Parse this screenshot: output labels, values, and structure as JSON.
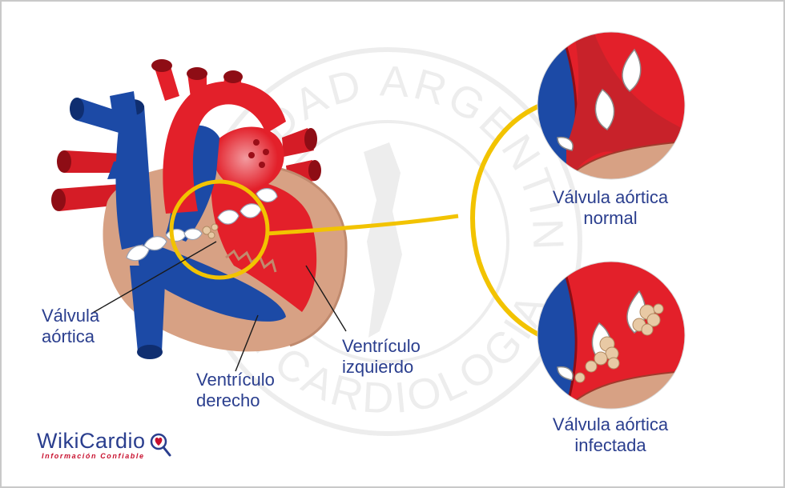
{
  "watermark": {
    "top_text": "SOCIEDAD ARGENTINA",
    "bottom_text": "DE CARDIOLOGIA"
  },
  "labels": {
    "aortic_valve": {
      "line1": "Válvula",
      "line2": "aórtica"
    },
    "right_ventricle": {
      "line1": "Ventrículo",
      "line2": "derecho"
    },
    "left_ventricle": {
      "line1": "Ventrículo",
      "line2": "izquierdo"
    },
    "normal_valve": {
      "line1": "Válvula aórtica",
      "line2": "normal"
    },
    "infected_valve": {
      "line1": "Válvula aórtica",
      "line2": "infectada"
    }
  },
  "logo": {
    "wordmark": "WikiCardio",
    "tagline": "Información Confiable"
  },
  "colors": {
    "label_text": "#2a3e8e",
    "artery_red": "#e3202a",
    "vein_blue": "#1c4aa6",
    "myocardium": "#d7a184",
    "highlight_yellow": "#f2c300",
    "logo_red": "#c8102e"
  }
}
